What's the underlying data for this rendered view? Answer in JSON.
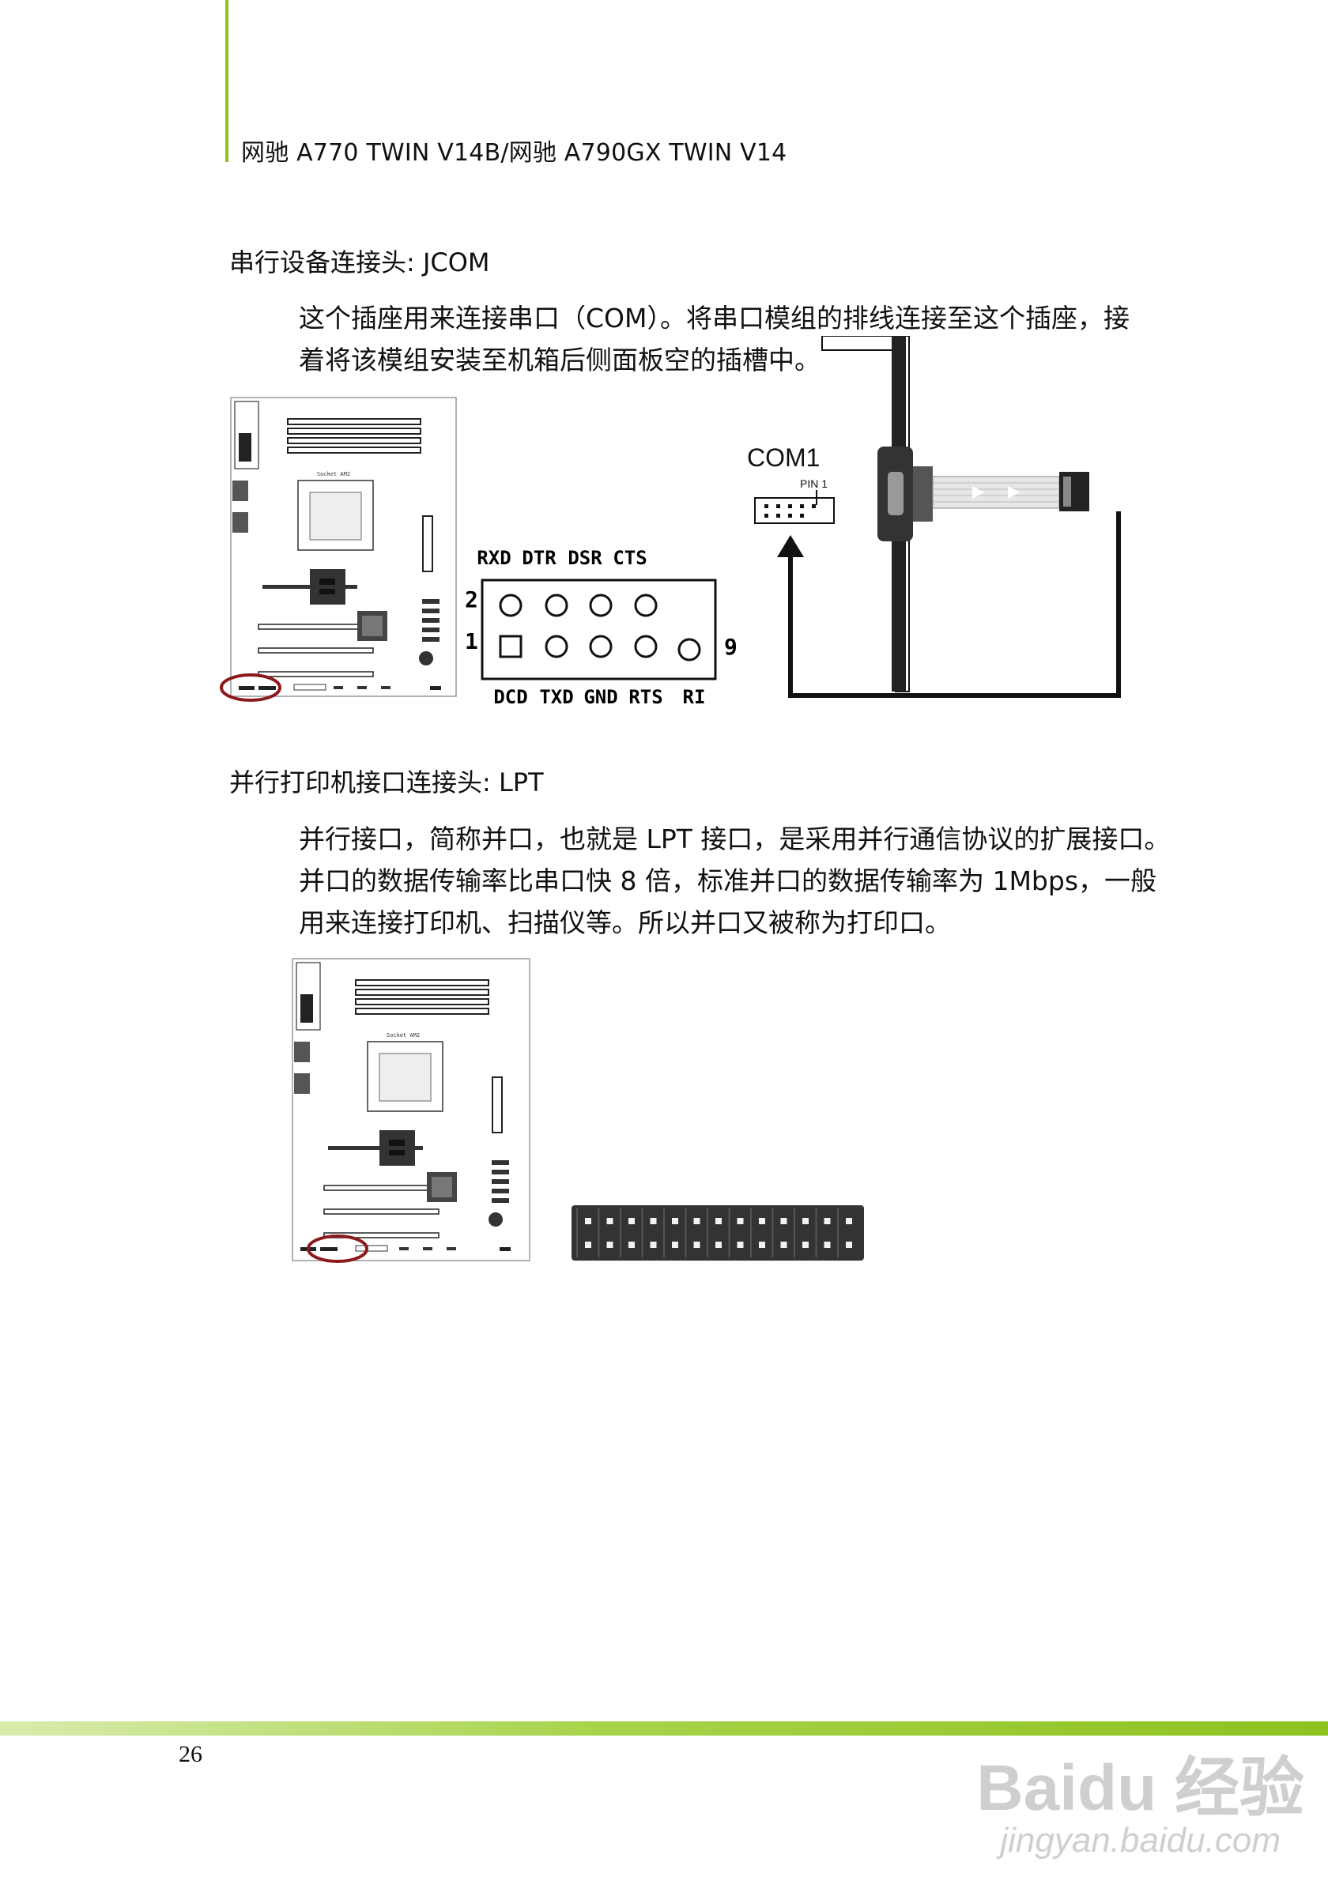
{
  "header": {
    "title": "网驰 A770 TWIN V14B/网驰 A790GX TWIN V14"
  },
  "com_section": {
    "heading": "串行设备连接头: JCOM",
    "lines": [
      "这个插座用来连接串口（COM）。将串口模组的排线连接至这个插座，接",
      "着将该模组安装至机箱后侧面板空的插槽中。"
    ],
    "pin_top_labels": [
      "RXD",
      "DTR",
      "DSR",
      "CTS"
    ],
    "pin_bottom_labels": [
      "DCD",
      "TXD",
      "GND",
      "RTS",
      "RI"
    ],
    "row_labels": {
      "top": "2",
      "bottom": "1",
      "last_pin": "9"
    },
    "bracket_label": "COM1",
    "pin1_label": "PIN 1"
  },
  "lpt_section": {
    "heading": "并行打印机接口连接头: LPT",
    "lines": [
      "并行接口，简称并口，也就是 LPT 接口，是采用并行通信协议的扩展接口。",
      "并口的数据传输率比串口快 8 倍，标准并口的数据传输率为 1Mbps，一般",
      "用来连接打印机、扫描仪等。所以并口又被称为打印口。"
    ]
  },
  "board_labels": {
    "socket": "Socket AM2"
  },
  "footer": {
    "page_number": "26"
  },
  "watermark": {
    "brand": "Baidu 经验",
    "url": "jingyan.baidu.com"
  },
  "colors": {
    "accent_green": "#8dc21f",
    "highlight_circle": "#8b1a1a"
  }
}
